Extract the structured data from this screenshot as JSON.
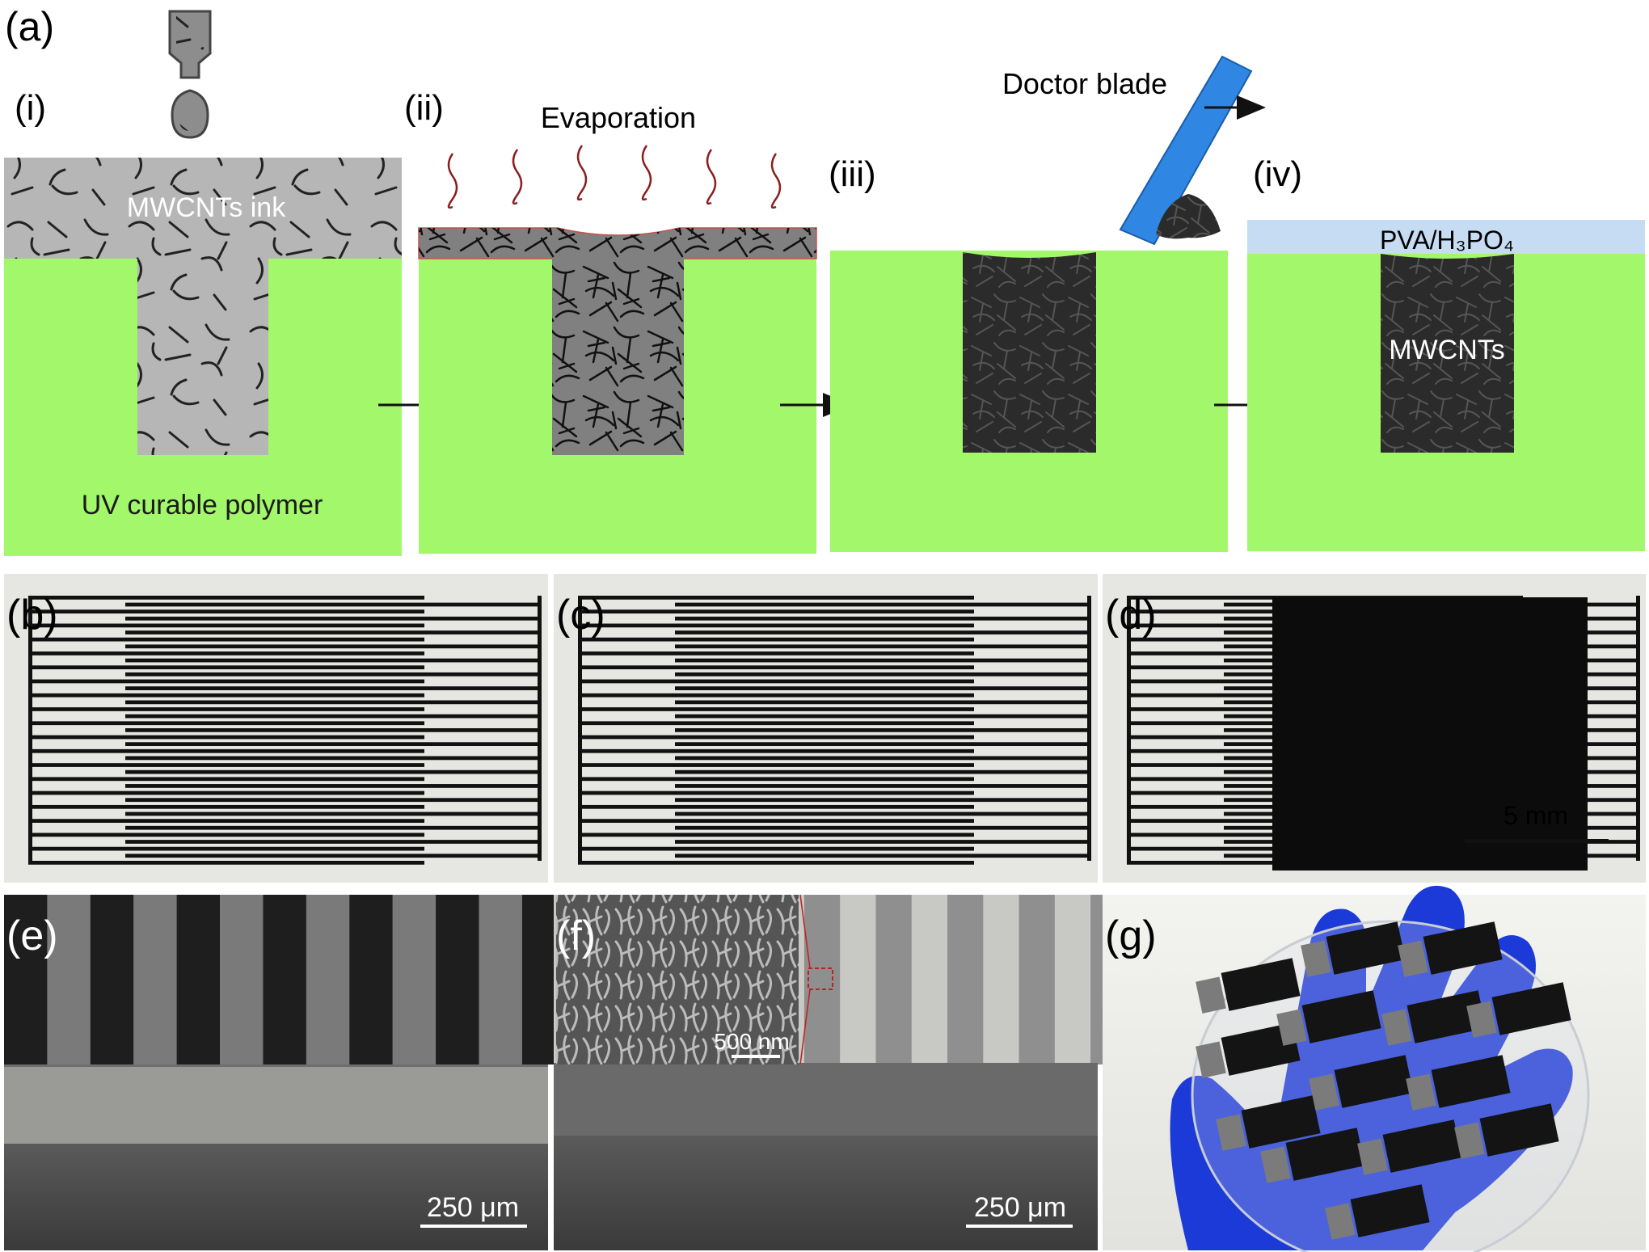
{
  "panel_a": {
    "label": "(a)",
    "steps": [
      {
        "label": "(i)",
        "ink_label": "MWCNTs ink",
        "substrate_label": "UV curable polymer"
      },
      {
        "label": "(ii)",
        "process_label": "Evaporation"
      },
      {
        "label": "(iii)",
        "tool_label": "Doctor blade"
      },
      {
        "label": "(iv)",
        "layer_label": "PVA/H₃PO₄",
        "electrode_label": "MWCNTs"
      }
    ]
  },
  "panel_b": {
    "label": "(b)"
  },
  "panel_c": {
    "label": "(c)"
  },
  "panel_d": {
    "label": "(d)",
    "scale_bar": "5 mm"
  },
  "panel_e": {
    "label": "(e)",
    "scale_bar": "250 μm"
  },
  "panel_f": {
    "label": "(f)",
    "inset_scale_bar": "500 nm",
    "scale_bar": "250 μm"
  },
  "panel_g": {
    "label": "(g)"
  },
  "colors": {
    "polymer_green": "#a3f76a",
    "ink_gray": "#b6b6b6",
    "dried_gray": "#808080",
    "cnt_dark": "#2a2a2a",
    "blade_blue": "#2f86e3",
    "pva_blue": "#c5dcf2",
    "vapor_red": "#8a1e1e",
    "glove_blue": "#1c3ad8"
  }
}
